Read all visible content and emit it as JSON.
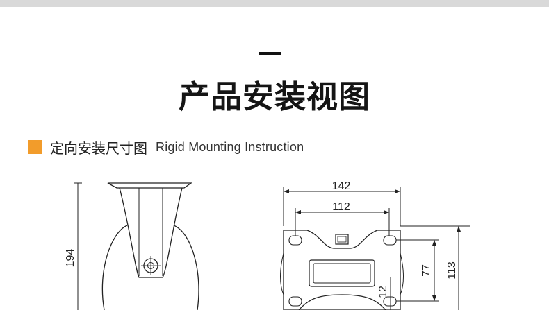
{
  "page": {
    "title": "产品安装视图"
  },
  "section": {
    "heading_zh": "定向安装尺寸图",
    "heading_en": "Rigid Mounting Instruction",
    "marker_color": "#f29c2b"
  },
  "dimensions": {
    "height": "194",
    "plate_width": "142",
    "hole_spacing_x": "112",
    "hole_spacing_y": "77",
    "plate_length": "113",
    "hole_diameter": "12"
  }
}
